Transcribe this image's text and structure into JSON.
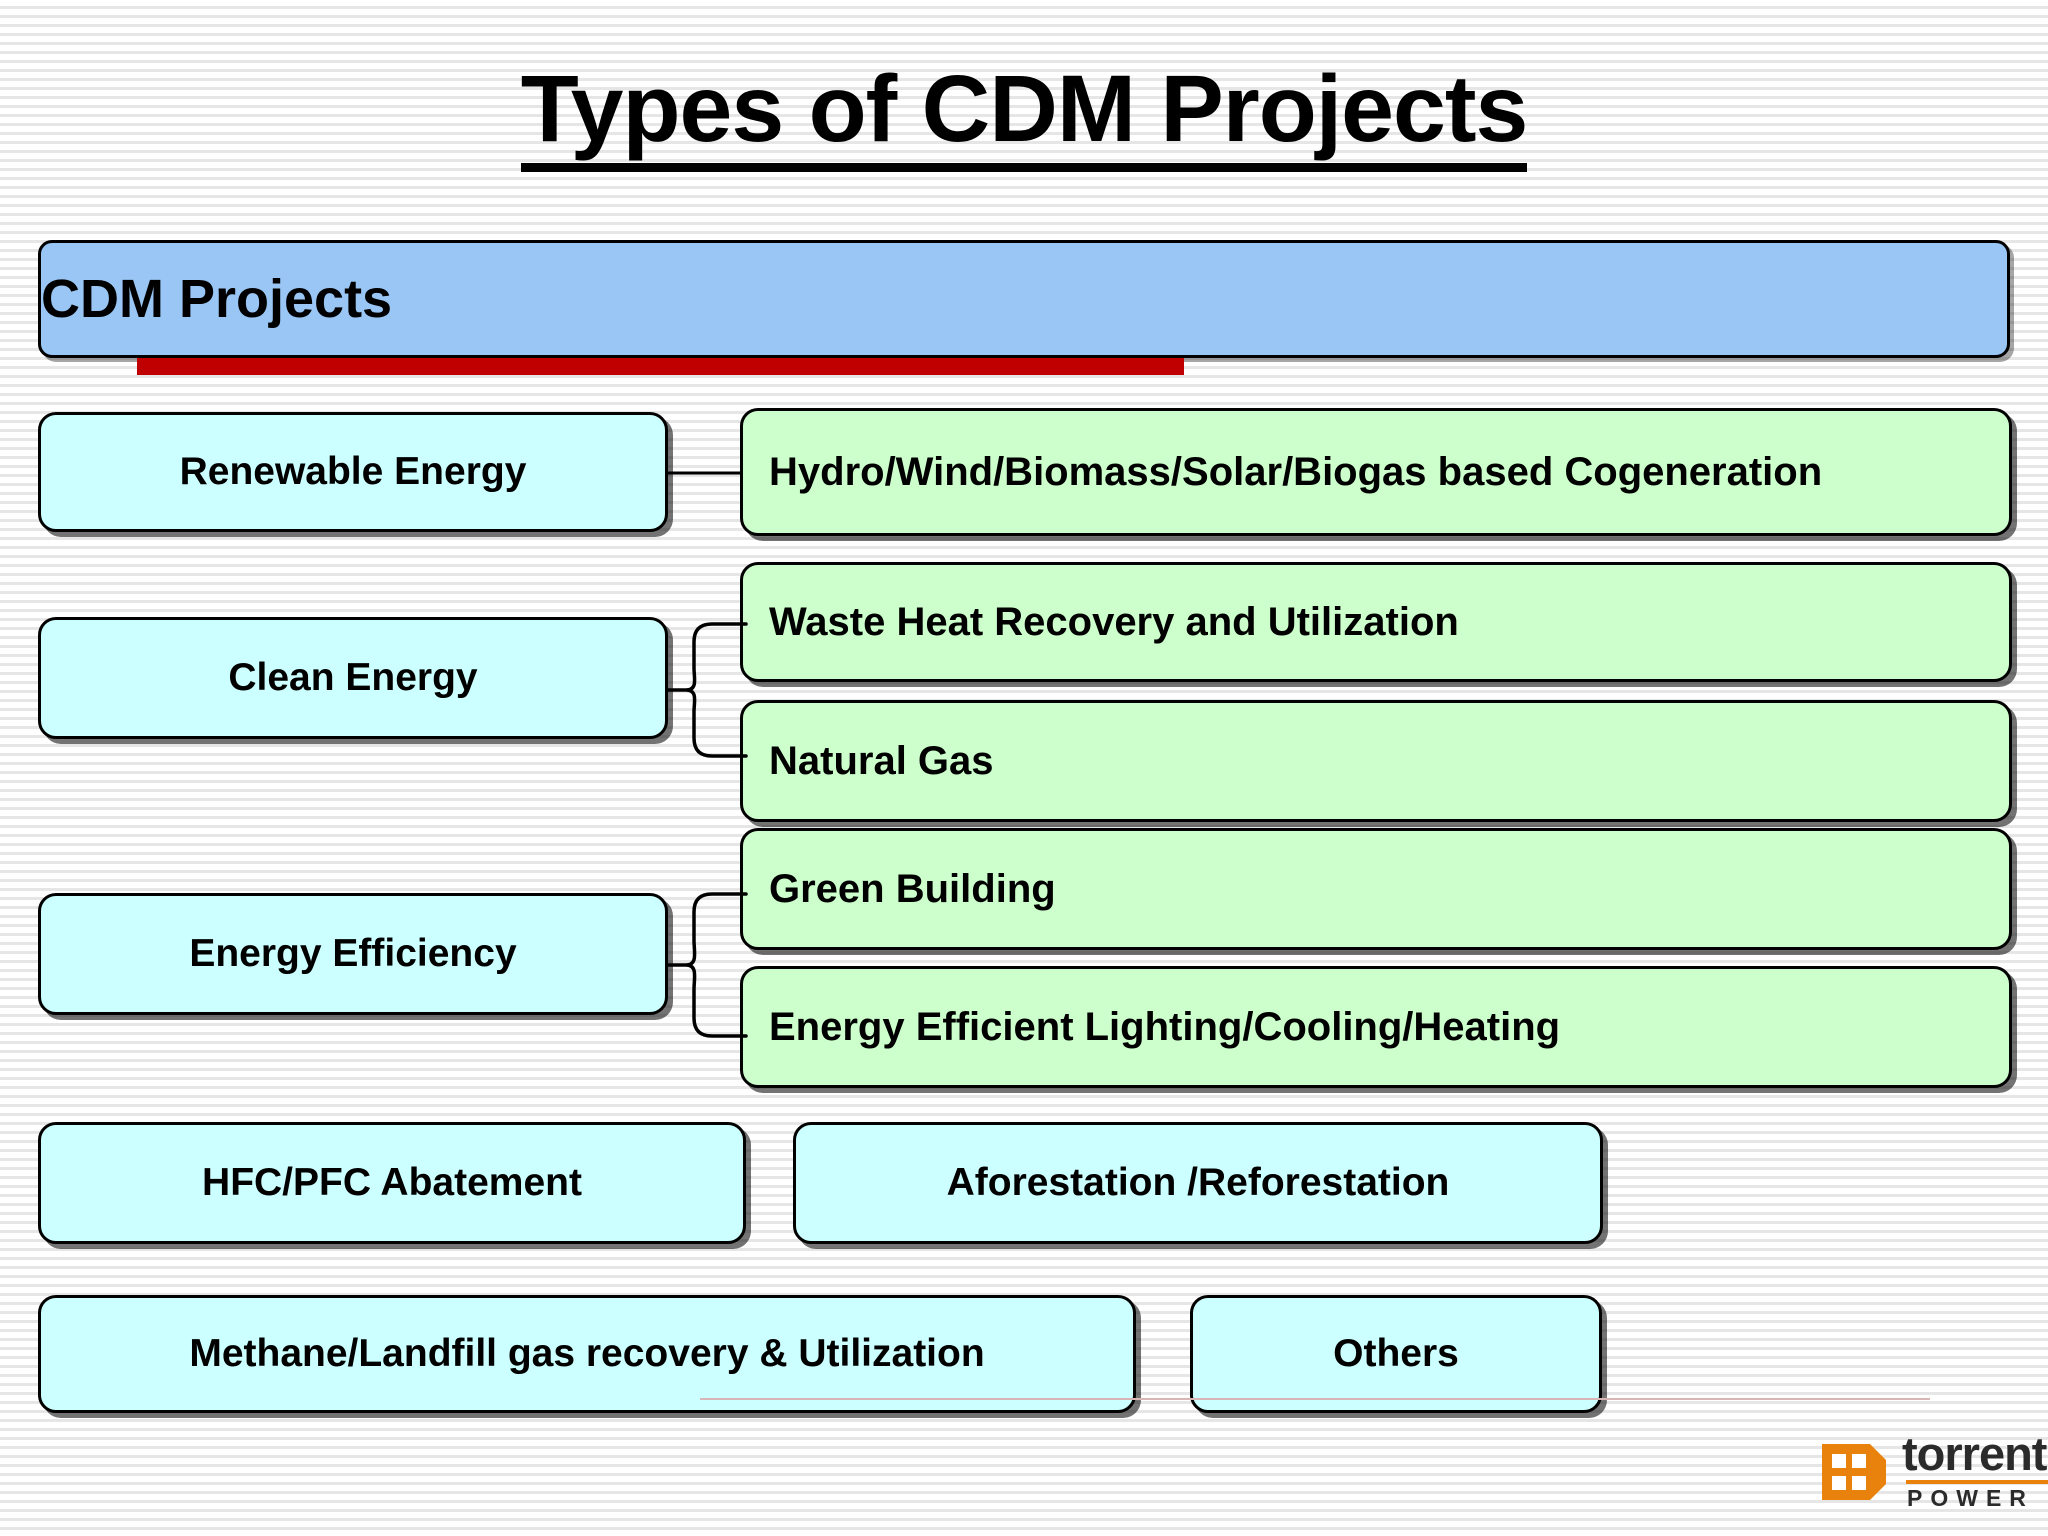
{
  "slide": {
    "title": "Types of CDM Projects",
    "header_box": "CDM Projects",
    "accent_red": "#C00000",
    "header_blue": "#99C6F5",
    "category_cyan": "#CCFFFF",
    "subitem_green": "#CCFFCC"
  },
  "categories": [
    {
      "label": "Renewable Energy"
    },
    {
      "label": "Clean Energy"
    },
    {
      "label": "Energy Efficiency"
    },
    {
      "label": "HFC/PFC Abatement"
    },
    {
      "label": "Aforestation /Reforestation"
    },
    {
      "label": "Methane/Landfill gas recovery & Utilization"
    },
    {
      "label": "Others"
    }
  ],
  "subitems": [
    {
      "label": "Hydro/Wind/Biomass/Solar/Biogas based Cogeneration"
    },
    {
      "label": "Waste Heat Recovery and Utilization"
    },
    {
      "label": "Natural Gas"
    },
    {
      "label": "Green Building"
    },
    {
      "label": "Energy Efficient Lighting/Cooling/Heating"
    }
  ],
  "logo": {
    "word": "torrent",
    "sub": "POWER",
    "mark_color": "#E8820C"
  }
}
